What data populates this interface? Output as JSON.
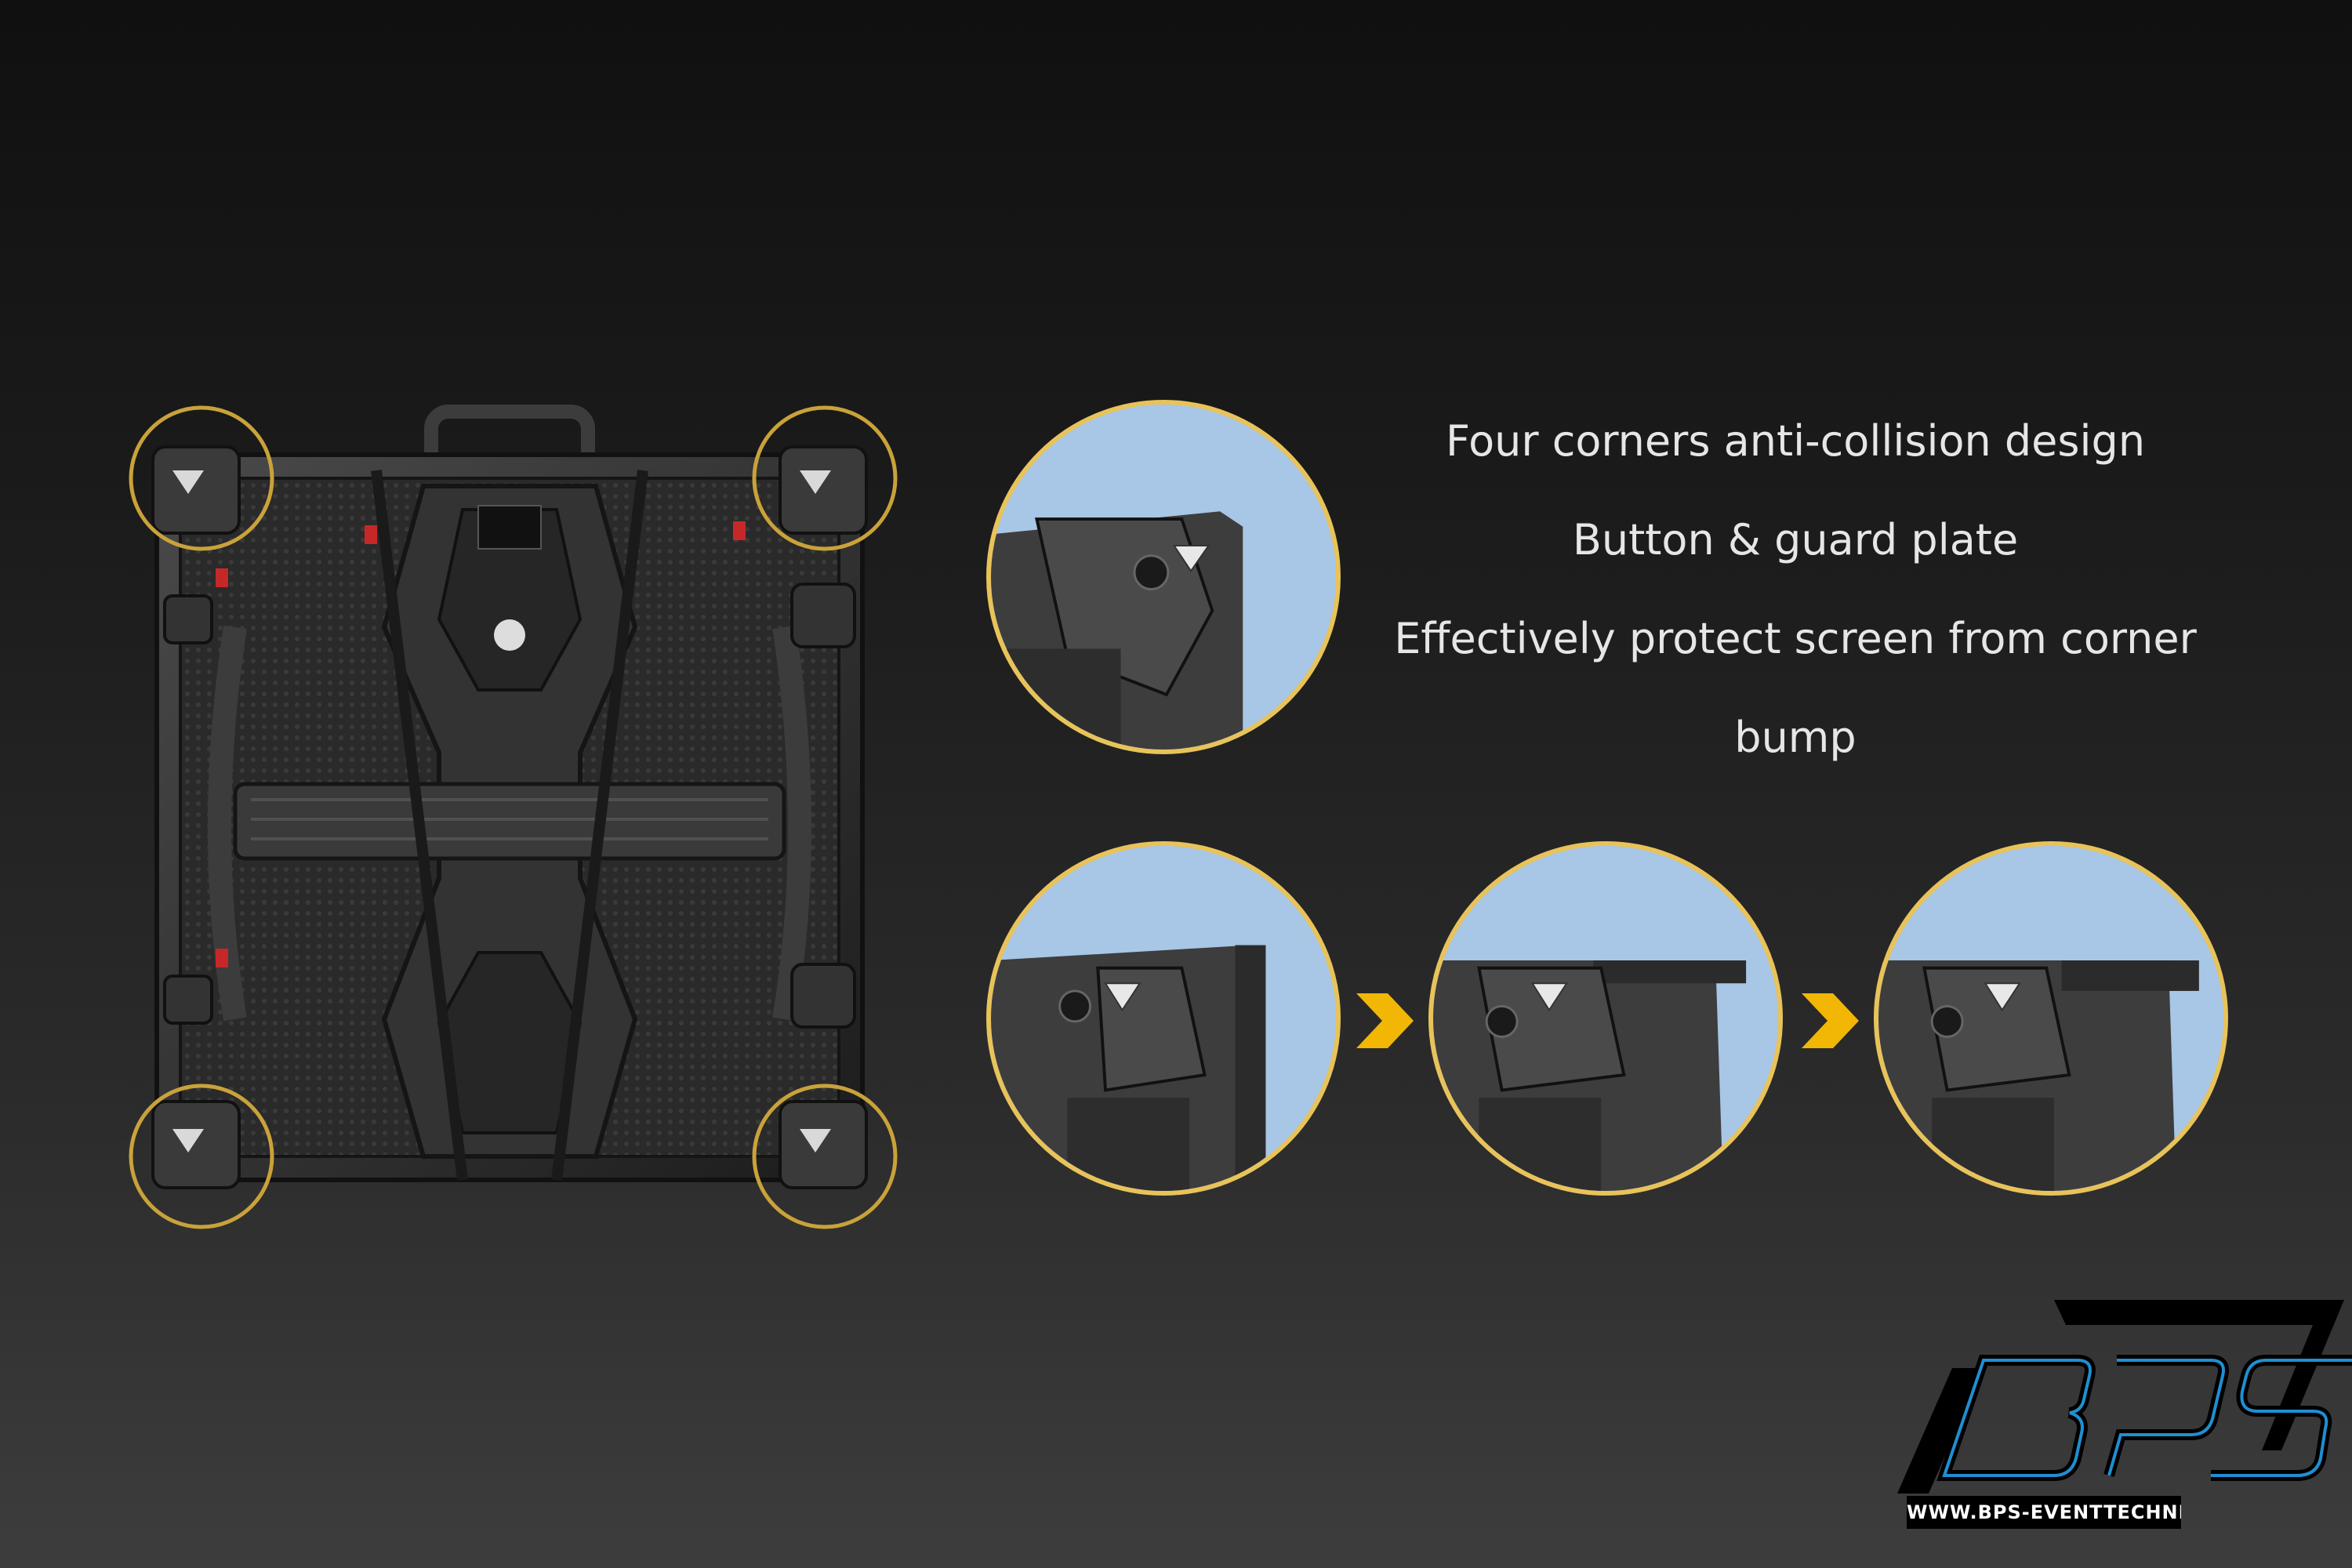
{
  "features": {
    "line1": "Four corners anti-collision design",
    "line2": "Button & guard plate",
    "line3": "Effectively protect screen from corner",
    "line4": "bump"
  },
  "brand": {
    "url": "WWW.BPS-EVENTTECHNIK.DE"
  },
  "colors": {
    "highlight_ring": "#e8c35a",
    "arrow": "#f2b705",
    "logo_blue": "#1f8fd1"
  }
}
